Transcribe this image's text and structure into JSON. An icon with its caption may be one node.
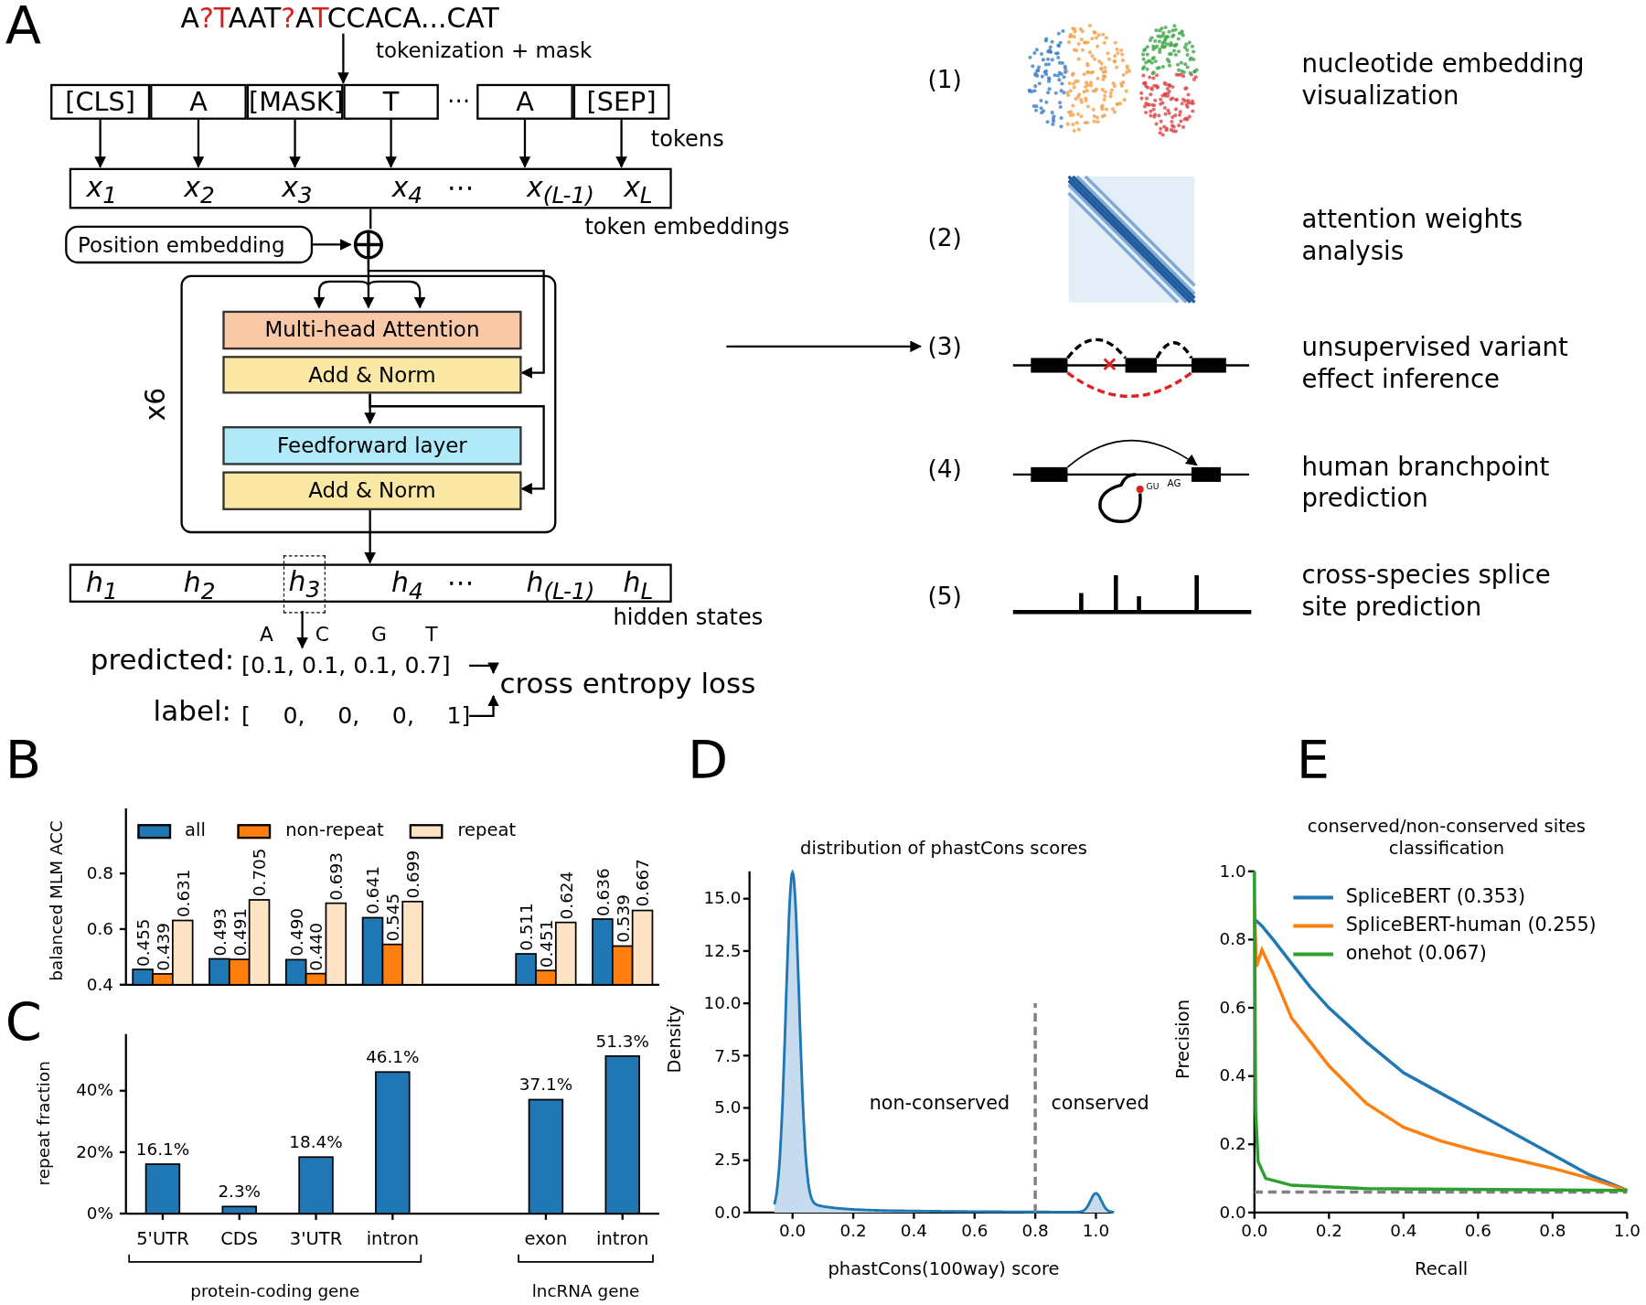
{
  "diagram": {
    "nodes": [
      {
        "text": [
          "A?TAAT?ATCCACA...CAT"
        ]
      },
      {
        "text": [
          "[CLS]"
        ]
      },
      {
        "text": [
          "A"
        ]
      },
      {
        "text": [
          "[MASK]"
        ]
      },
      {
        "text": [
          "T"
        ]
      },
      {
        "text": [
          "A"
        ]
      },
      {
        "text": [
          "[SEP]"
        ]
      },
      {
        "text": [
          "x$_{1}$",
          "x$_{2}$",
          "x$_{3}$",
          "x$_{4}$",
          "⋯",
          "x$_{(L-1)}$",
          "x$_{L}$"
        ]
      },
      {
        "text": [
          "Position embedding"
        ]
      },
      {
        "text": [],
        "shape": "circle"
      },
      {
        "text": [],
        "shape": "box",
        "beside": [
          "x6"
        ]
      },
      {
        "text": [
          "Multi-head Attention"
        ],
        "in": 10
      },
      {
        "text": [
          "Add & Norm"
        ],
        "in": 10
      },
      {
        "text": [
          "Feedforward layer"
        ],
        "in": 10
      },
      {
        "text": [
          "Add & Norm"
        ],
        "in": 10
      },
      {
        "text": [
          "h$_{1}$",
          "h$_{2}$",
          "h$_{4}$",
          "⋯",
          "h$_{(L-1)}$",
          "h$_{L}$"
        ]
      },
      {
        "text": [
          "h$_{3}$"
        ],
        "in": 15
      },
      {
        "text": [
          "[0.1, 0.1, 0.1, 0.7]"
        ],
        "beside": [
          "predicted:"
        ]
      },
      {
        "text": [
          "[ 0, 0, 0, 1]"
        ],
        "beside": [
          "label:"
        ]
      },
      {
        "text": [
          "cross entropy loss"
        ]
      },
      {
        "text": [
          "(3)"
        ]
      }
    ],
    "edges": [
      {
        "from": 0,
        "to": 3,
        "arrow": "to",
        "label": "tokenization + mask"
      },
      {
        "from": 1,
        "to": 7,
        "arrow": "to"
      },
      {
        "from": 2,
        "to": 7,
        "arrow": "to"
      },
      {
        "from": 3,
        "to": 7,
        "arrow": "to"
      },
      {
        "from": 4,
        "to": 7,
        "arrow": "to"
      },
      {
        "from": 5,
        "to": 7,
        "arrow": "to"
      },
      {
        "from": 6,
        "to": 7,
        "arrow": "to"
      },
      {
        "from": 7,
        "to": 9,
        "arrow": "none"
      },
      {
        "from": 8,
        "to": 9,
        "arrow": "to"
      },
      {
        "from": 9,
        "to": 11,
        "arrow": "to"
      },
      {
        "from": 9,
        "to": 12,
        "arrow": "to"
      },
      {
        "from": 12,
        "to": 13,
        "arrow": "to"
      },
      {
        "from": 12,
        "to": 14,
        "arrow": "to"
      },
      {
        "from": 14,
        "to": 15,
        "arrow": "to"
      },
      {
        "from": 16,
        "to": 17,
        "arrow": "to"
      },
      {
        "from": 17,
        "to": 19,
        "arrow": "to"
      },
      {
        "from": 18,
        "to": 19,
        "arrow": "to"
      },
      {
        "from": null,
        "to": 20,
        "arrow": "to"
      }
    ],
    "labels": [
      "A",
      "tokens",
      "⋯",
      "token embeddings",
      "hidden states",
      "A",
      "C",
      "G",
      "T",
      "(1)",
      "nucleotide embedding visualization",
      "(2)",
      "attention weights analysis",
      "unsupervised variant effect inference",
      "(4)",
      "AG",
      "GU",
      "human branchpoint prediction",
      "(5)",
      "cross-species splice site prediction",
      "B",
      "C",
      "repeat fraction",
      "0%",
      "20%",
      "40%",
      "16.1%",
      "2.3%",
      "18.4%",
      "46.1%",
      "37.1%",
      "51.3%",
      "5'UTR",
      "CDS",
      "3'UTR",
      "intron",
      "exon",
      "intron",
      "protein-coding gene",
      "lncRNA gene",
      "D",
      "distribution of phastCons scores",
      "Density",
      "0.0",
      "2.5",
      "5.0",
      "7.5",
      "10.0",
      "12.5",
      "15.0",
      "non-conserved",
      "conserved",
      "0.0",
      "0.2",
      "0.4",
      "0.6",
      "0.8",
      "1.0",
      "phastCons(100way) score",
      "E",
      "conserved/non-conserved sites classification",
      "Precision",
      "0.0",
      "0.2",
      "0.4",
      "0.6",
      "0.8",
      "1.0",
      "0.0",
      "0.2",
      "0.4",
      "0.6",
      "0.8",
      "1.0",
      "Recall"
    ],
    "legend": [
      {
        "text": "SpliceBERT (0.353)"
      },
      {
        "text": "SpliceBERT-human (0.255)"
      },
      {
        "text": "onehot (0.067)"
      }
    ],
    "chart_data": {
      "type": "bar",
      "ylabel": "balanced MLM ACC",
      "series": [
        {
          "name": "all",
          "color": "#1f77b4",
          "values": [
            0.455,
            0.493,
            0.49,
            0.641,
            null,
            0.511,
            0.636
          ]
        },
        {
          "name": "non-repeat",
          "color": "#ff7f0e",
          "values": [
            0.439,
            0.491,
            0.44,
            0.545,
            null,
            0.451,
            0.539
          ]
        },
        {
          "name": "repeat",
          "color": "#fde3c4",
          "values": [
            0.631,
            0.705,
            0.693,
            0.699,
            null,
            0.624,
            0.667
          ]
        }
      ],
      "ylim": [
        0.4,
        0.98
      ],
      "yticks": [
        {
          "value": 0.4,
          "label": "0.4"
        },
        {
          "value": 0.6,
          "label": "0.6"
        },
        {
          "value": 0.8,
          "label": "0.8"
        }
      ],
      "legend": "upper left",
      "value_labels": [
        [
          "0.455",
          "0.493",
          "0.490",
          "0.641",
          null,
          "0.511",
          "0.636"
        ],
        [
          "0.439",
          "0.491",
          "0.440",
          "0.545",
          null,
          "0.451",
          "0.539"
        ],
        [
          "0.631",
          "0.705",
          "0.693",
          "0.699",
          null,
          "0.624",
          "0.667"
        ]
      ]
    }
  }
}
